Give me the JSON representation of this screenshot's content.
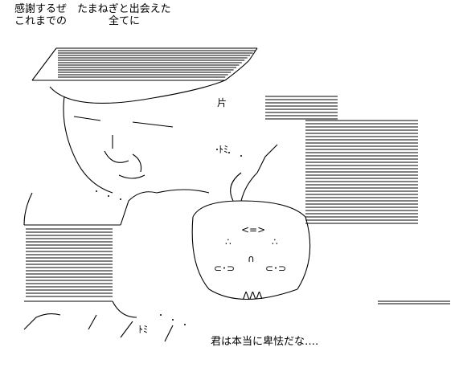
{
  "caption": {
    "top_line1": "感謝するぜ　たまねぎと出会えた",
    "top_line2": "これまでの　　　　全てに",
    "bottom": "君は本当に卑怯だな‥‥"
  },
  "art": {
    "subject": "ascii-art-hat-man-with-onion-character",
    "face_glyphs": {
      "mouth": "∩",
      "eyes_dots": "∴",
      "brow": "<=>",
      "teeth": "ΛΛΛ",
      "left_eye": "⊂･⊃",
      "right_eye": "⊂･⊃",
      "chest_sign": "片",
      "noise_1": "ﾄﾐ",
      "noise_2": "ﾄﾐ"
    }
  }
}
